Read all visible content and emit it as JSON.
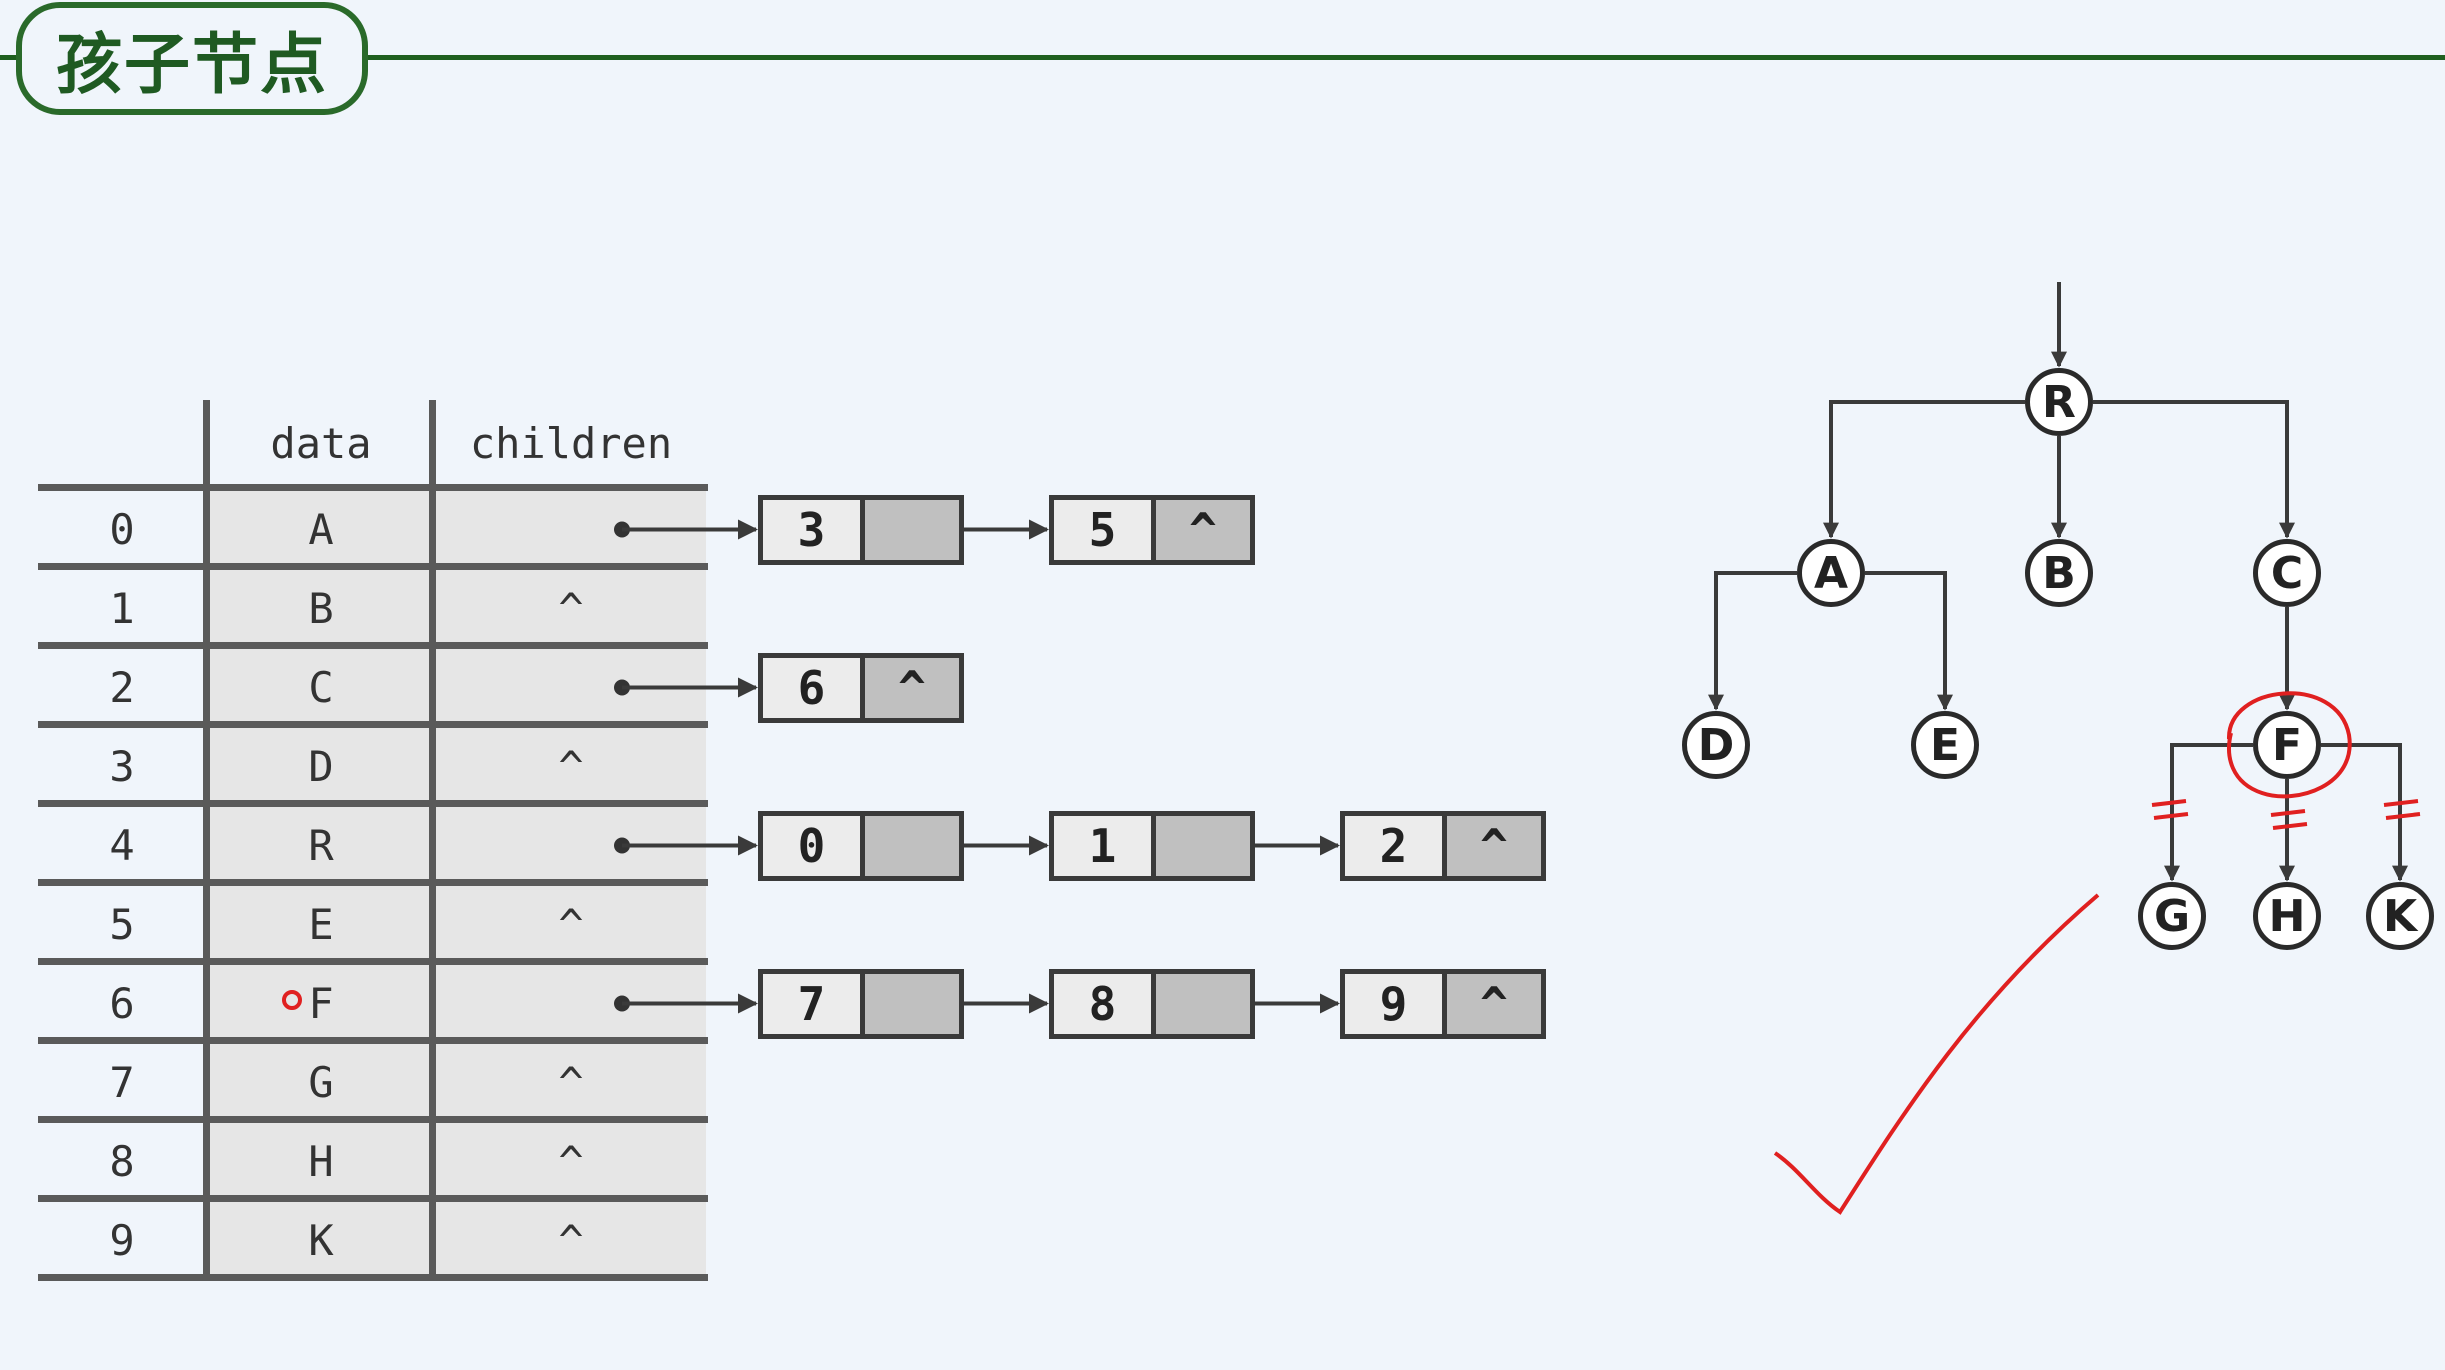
{
  "title": "孩子节点",
  "table": {
    "headers": {
      "index": "",
      "data": "data",
      "children": "children"
    },
    "rows": [
      {
        "index": "0",
        "data": "A",
        "children": ""
      },
      {
        "index": "1",
        "data": "B",
        "children": "^"
      },
      {
        "index": "2",
        "data": "C",
        "children": ""
      },
      {
        "index": "3",
        "data": "D",
        "children": "^"
      },
      {
        "index": "4",
        "data": "R",
        "children": ""
      },
      {
        "index": "5",
        "data": "E",
        "children": "^"
      },
      {
        "index": "6",
        "data": "F",
        "children": ""
      },
      {
        "index": "7",
        "data": "G",
        "children": "^"
      },
      {
        "index": "8",
        "data": "H",
        "children": "^"
      },
      {
        "index": "9",
        "data": "K",
        "children": "^"
      }
    ]
  },
  "child_lists": [
    {
      "row": "0",
      "nodes": [
        {
          "value": "3",
          "next": ""
        },
        {
          "value": "5",
          "next": "^"
        }
      ]
    },
    {
      "row": "2",
      "nodes": [
        {
          "value": "6",
          "next": "^"
        }
      ]
    },
    {
      "row": "4",
      "nodes": [
        {
          "value": "0",
          "next": ""
        },
        {
          "value": "1",
          "next": ""
        },
        {
          "value": "2",
          "next": "^"
        }
      ]
    },
    {
      "row": "6",
      "nodes": [
        {
          "value": "7",
          "next": ""
        },
        {
          "value": "8",
          "next": ""
        },
        {
          "value": "9",
          "next": "^"
        }
      ]
    }
  ],
  "tree": {
    "nodes": [
      "R",
      "A",
      "B",
      "C",
      "D",
      "E",
      "F",
      "G",
      "H",
      "K"
    ],
    "edges": [
      [
        "R",
        "A"
      ],
      [
        "R",
        "B"
      ],
      [
        "R",
        "C"
      ],
      [
        "A",
        "D"
      ],
      [
        "A",
        "E"
      ],
      [
        "C",
        "F"
      ],
      [
        "F",
        "G"
      ],
      [
        "F",
        "H"
      ],
      [
        "F",
        "K"
      ]
    ],
    "highlighted_node": "F"
  },
  "annotations": {
    "ink_color": "#e02020",
    "checkmark": true,
    "edge_strike_marks": true
  }
}
